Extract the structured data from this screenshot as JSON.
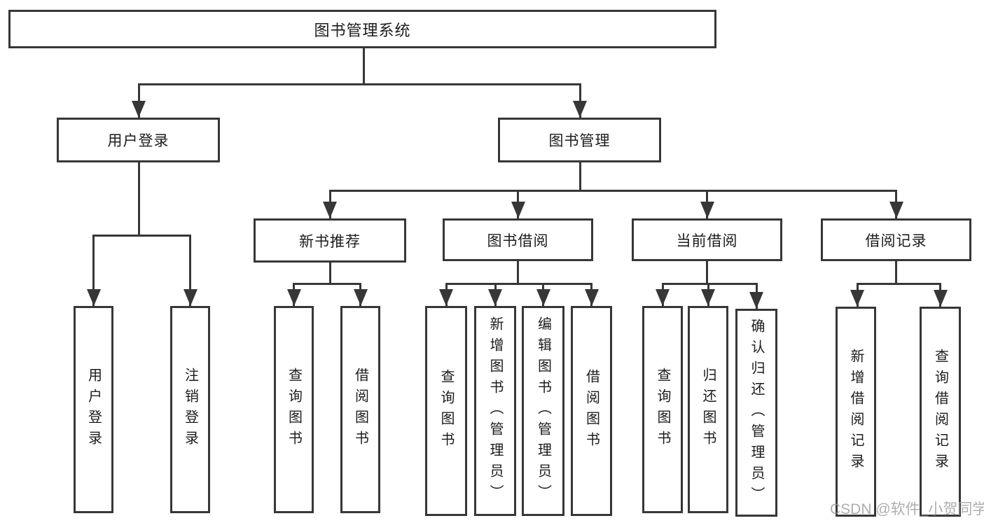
{
  "diagram": {
    "root": {
      "label": "图书管理系统"
    },
    "branches": [
      {
        "label": "用户登录",
        "children": [
          {
            "label": "用户登录"
          },
          {
            "label": "注销登录"
          }
        ]
      },
      {
        "label": "图书管理",
        "children": [
          {
            "label": "新书推荐",
            "children": [
              {
                "label": "查询图书"
              },
              {
                "label": "借阅图书"
              }
            ]
          },
          {
            "label": "图书借阅",
            "children": [
              {
                "label": "查询图书"
              },
              {
                "label": "新增图书（管理员）"
              },
              {
                "label": "编辑图书（管理员）"
              },
              {
                "label": "借阅图书"
              }
            ]
          },
          {
            "label": "当前借阅",
            "children": [
              {
                "label": "查询图书"
              },
              {
                "label": "归还图书"
              },
              {
                "label": "确认归还（管理员）"
              }
            ]
          },
          {
            "label": "借阅记录",
            "children": [
              {
                "label": "新增借阅记录"
              },
              {
                "label": "查询借阅记录"
              }
            ]
          }
        ]
      }
    ]
  },
  "watermark": "CSDN @软件_小贺同学",
  "colors": {
    "line": "#373737",
    "text": "#1c1c1c",
    "watermark": "#9a9a9a",
    "background": "#ffffff"
  }
}
